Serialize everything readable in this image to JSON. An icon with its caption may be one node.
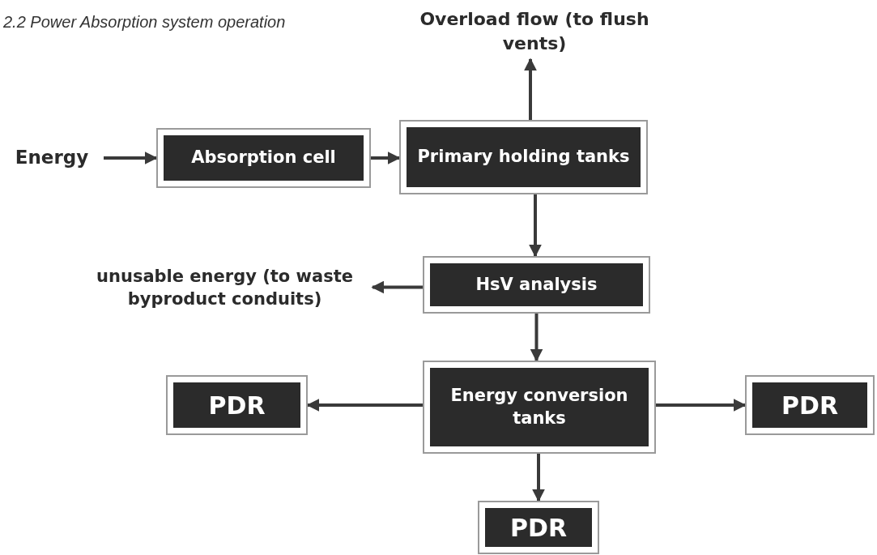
{
  "diagram": {
    "title": "2.2 Power Absorption system operation",
    "nodes": [
      {
        "text": [
          "Energy"
        ]
      },
      {
        "text": [
          "Absorption cell"
        ]
      },
      {
        "text": [
          "Primary holding tanks"
        ]
      },
      {
        "text": [
          "Overload flow (to flush vents)"
        ]
      },
      {
        "text": [
          "HsV analysis"
        ]
      },
      {
        "text": [
          "unusable energy (to waste byproduct conduits)"
        ]
      },
      {
        "text": [
          "Energy conversion tanks"
        ]
      },
      {
        "text": [
          "PDR"
        ]
      },
      {
        "text": [
          "PDR"
        ]
      },
      {
        "text": [
          "PDR"
        ]
      }
    ],
    "edges": [
      {
        "from": 0,
        "to": 1,
        "arrow": "to"
      },
      {
        "from": 1,
        "to": 2,
        "arrow": "to"
      },
      {
        "from": 2,
        "to": 3,
        "arrow": "to"
      },
      {
        "from": 2,
        "to": 4,
        "arrow": "to"
      },
      {
        "from": 4,
        "to": 5,
        "arrow": "to"
      },
      {
        "from": 4,
        "to": 6,
        "arrow": "to"
      },
      {
        "from": 6,
        "to": 7,
        "arrow": "to"
      },
      {
        "from": 6,
        "to": 8,
        "arrow": "to"
      },
      {
        "from": 6,
        "to": 9,
        "arrow": "to"
      }
    ]
  }
}
